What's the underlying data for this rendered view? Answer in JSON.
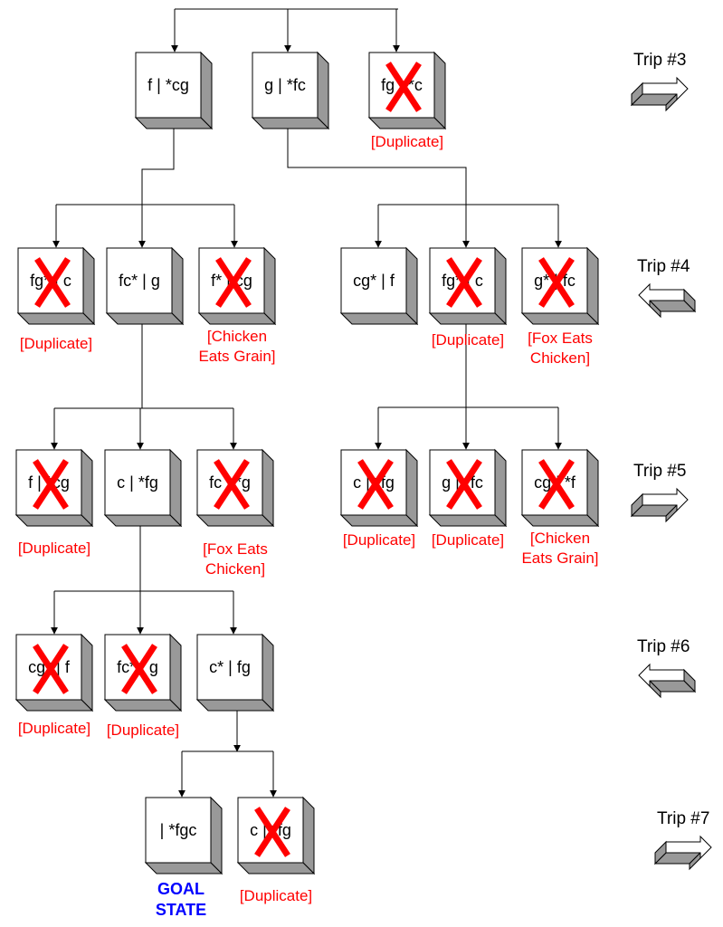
{
  "colors": {
    "reject": "#ff0000",
    "goal": "#0000ff",
    "shadow": "#999999"
  },
  "nodes": [
    {
      "label": "f | *cg",
      "rejected": false,
      "note": []
    },
    {
      "label": "g | *fc",
      "rejected": false,
      "note": []
    },
    {
      "label": "fg | *c",
      "rejected": true,
      "note": [
        "[Duplicate]"
      ]
    },
    {
      "label": "fg* | c",
      "rejected": true,
      "note": [
        "[Duplicate]"
      ]
    },
    {
      "label": "fc* | g",
      "rejected": false,
      "note": []
    },
    {
      "label": "f* | cg",
      "rejected": true,
      "note": [
        "[Chicken",
        "Eats Grain]"
      ]
    },
    {
      "label": "cg* | f",
      "rejected": false,
      "note": []
    },
    {
      "label": "fg* | c",
      "rejected": true,
      "note": [
        "[Duplicate]"
      ]
    },
    {
      "label": "g* | fc",
      "rejected": true,
      "note": [
        "[Fox Eats",
        "Chicken]"
      ]
    },
    {
      "label": "f | *cg",
      "rejected": true,
      "note": [
        "[Duplicate]"
      ]
    },
    {
      "label": "c | *fg",
      "rejected": false,
      "note": []
    },
    {
      "label": "fc | *g",
      "rejected": true,
      "note": [
        "[Fox Eats",
        "Chicken]"
      ]
    },
    {
      "label": "c | *fg",
      "rejected": true,
      "note": [
        "[Duplicate]"
      ]
    },
    {
      "label": "g | *fc",
      "rejected": true,
      "note": [
        "[Duplicate]"
      ]
    },
    {
      "label": "cg | *f",
      "rejected": true,
      "note": [
        "[Chicken",
        "Eats Grain]"
      ]
    },
    {
      "label": "cg* | f",
      "rejected": true,
      "note": [
        "[Duplicate]"
      ]
    },
    {
      "label": "fc* | g",
      "rejected": true,
      "note": [
        "[Duplicate]"
      ]
    },
    {
      "label": "c* | fg",
      "rejected": false,
      "note": []
    },
    {
      "label": "| *fgc",
      "rejected": false,
      "note": [],
      "goal": [
        "GOAL",
        "STATE"
      ]
    },
    {
      "label": "c | *fg",
      "rejected": true,
      "note": [
        "[Duplicate]"
      ]
    }
  ],
  "trips": [
    {
      "label": "Trip #3",
      "direction": "right"
    },
    {
      "label": "Trip #4",
      "direction": "left"
    },
    {
      "label": "Trip #5",
      "direction": "right"
    },
    {
      "label": "Trip #6",
      "direction": "left"
    },
    {
      "label": "Trip #7",
      "direction": "right"
    }
  ]
}
